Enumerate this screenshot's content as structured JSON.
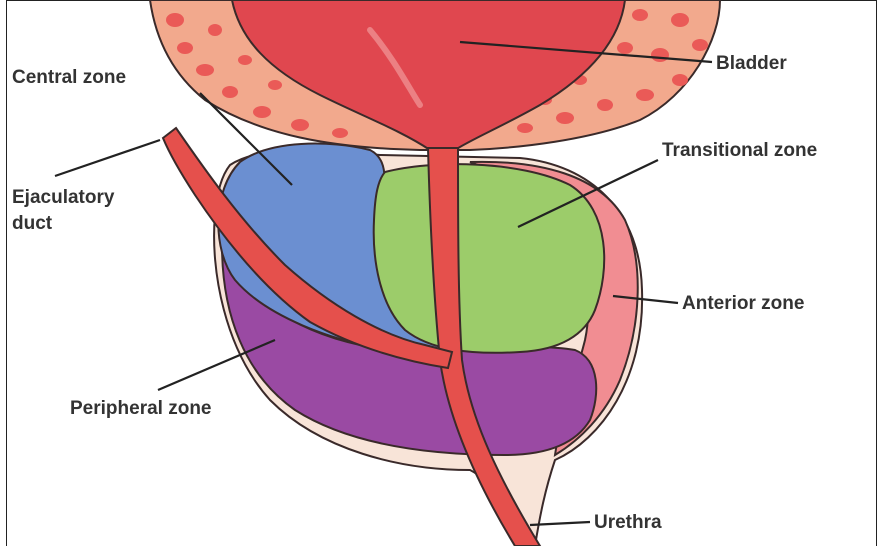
{
  "labels": {
    "bladder": "Bladder",
    "central_zone": "Central zone",
    "transitional_zone": "Transitional zone",
    "ejaculatory_duct_line1": "Ejaculatory",
    "ejaculatory_duct_line2": "duct",
    "anterior_zone": "Anterior zone",
    "peripheral_zone": "Peripheral zone",
    "urethra": "Urethra"
  },
  "colors": {
    "bladder_lumen": "#e0474f",
    "bladder_wall": "#f2a98d",
    "bladder_spots": "#ea5a57",
    "central_zone": "#6b8fd1",
    "transitional_zone": "#9ccc6a",
    "anterior_zone": "#f18d92",
    "peripheral_zone": "#9a4aa3",
    "capsule": "#f8e4d8",
    "urethra": "#e5504c",
    "outline": "#3a2a2a",
    "leader_line": "#222222"
  }
}
